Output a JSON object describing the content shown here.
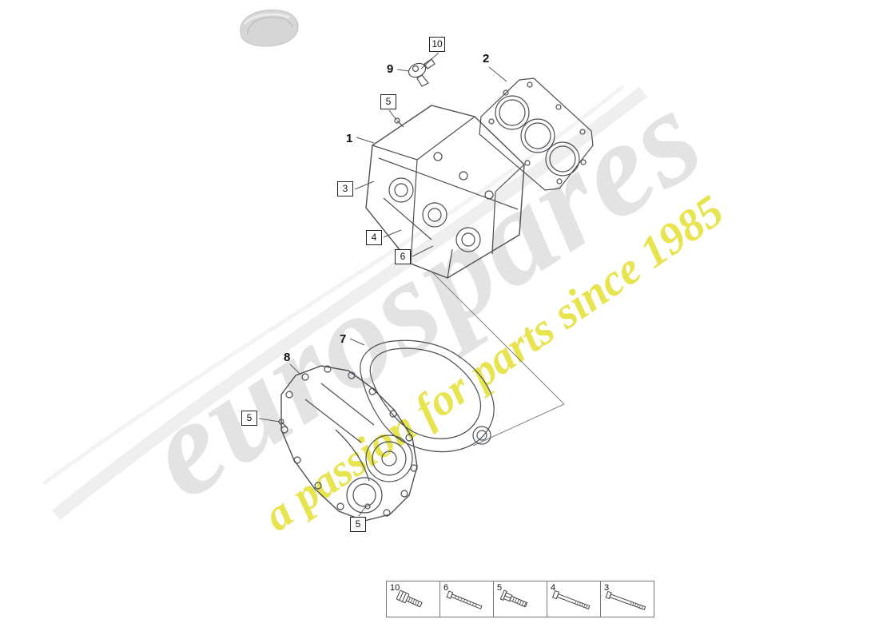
{
  "watermark": {
    "brand": "eurospares",
    "tagline": "a passion for parts since 1985"
  },
  "colors": {
    "watermark_gray": "#e3e3e3",
    "watermark_yellow": "#e7e44f",
    "line_art": "#4a4f54",
    "callout_border": "#222222"
  },
  "callouts": [
    {
      "label": "10",
      "boxed": true
    },
    {
      "label": "9",
      "boxed": false
    },
    {
      "label": "2",
      "boxed": false
    },
    {
      "label": "5",
      "boxed": true
    },
    {
      "label": "1",
      "boxed": false
    },
    {
      "label": "3",
      "boxed": true
    },
    {
      "label": "4",
      "boxed": true
    },
    {
      "label": "6",
      "boxed": true
    },
    {
      "label": "7",
      "boxed": false
    },
    {
      "label": "8",
      "boxed": false
    },
    {
      "label": "5",
      "boxed": true
    },
    {
      "label": "5",
      "boxed": true
    }
  ],
  "legend": {
    "items": [
      {
        "label": "10",
        "icon": "socket-head-bolt-icon"
      },
      {
        "label": "6",
        "icon": "long-thin-screw-icon"
      },
      {
        "label": "5",
        "icon": "flanged-hex-bolt-icon"
      },
      {
        "label": "4",
        "icon": "long-screw-icon"
      },
      {
        "label": "3",
        "icon": "extra-long-screw-icon"
      }
    ]
  }
}
